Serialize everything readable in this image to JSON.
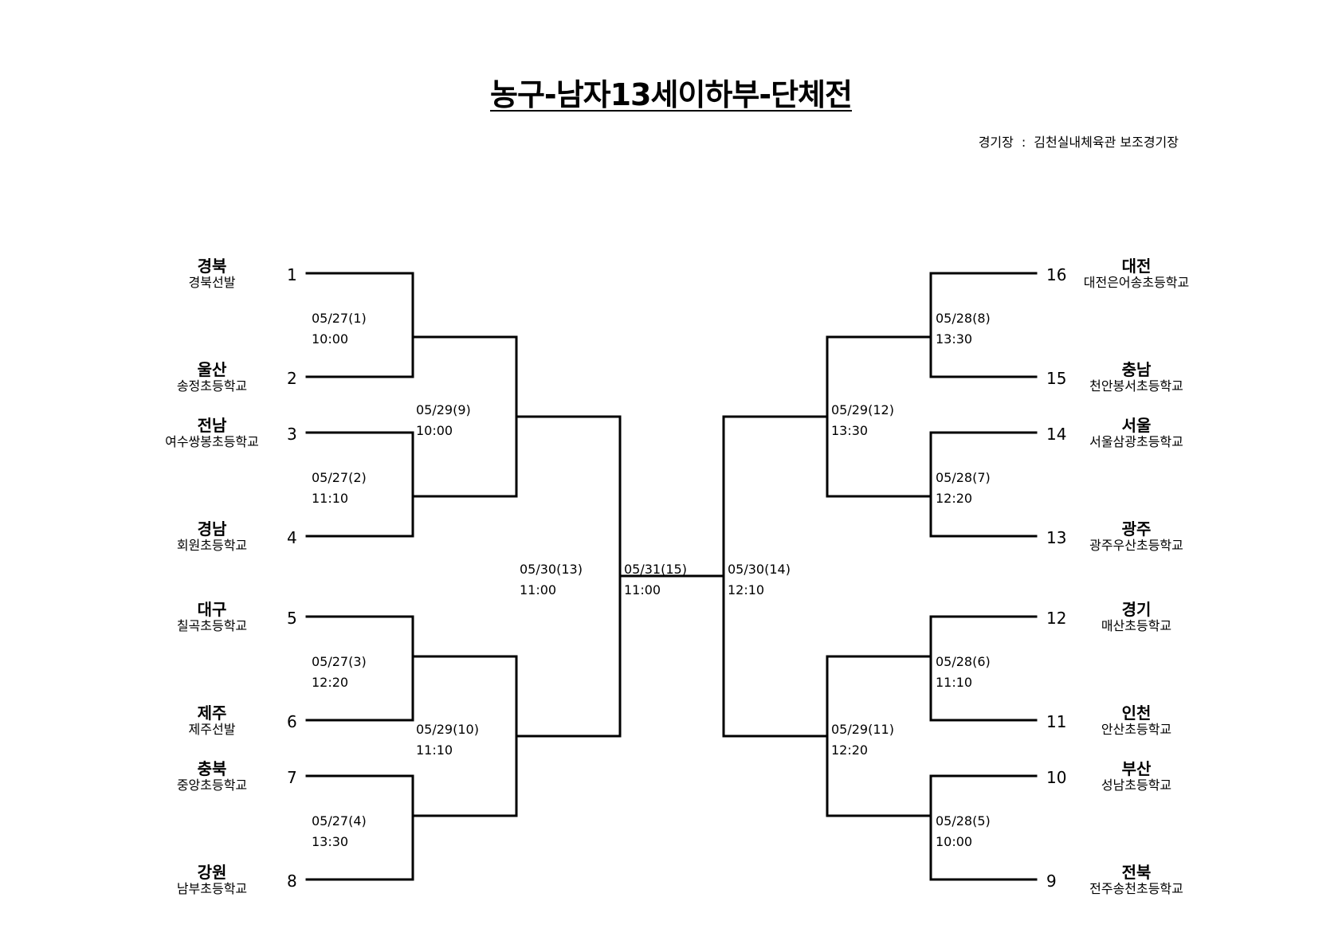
{
  "title": "농구-남자13세이하부-단체전",
  "venue": {
    "label": "경기장",
    "separator": ":",
    "name": "김천실내체육관 보조경기장"
  },
  "teams": [
    {
      "seed": "1",
      "region": "경북",
      "school": "경북선발"
    },
    {
      "seed": "2",
      "region": "울산",
      "school": "송정초등학교"
    },
    {
      "seed": "3",
      "region": "전남",
      "school": "여수쌍봉초등학교"
    },
    {
      "seed": "4",
      "region": "경남",
      "school": "회원초등학교"
    },
    {
      "seed": "5",
      "region": "대구",
      "school": "칠곡초등학교"
    },
    {
      "seed": "6",
      "region": "제주",
      "school": "제주선발"
    },
    {
      "seed": "7",
      "region": "충북",
      "school": "중앙초등학교"
    },
    {
      "seed": "8",
      "region": "강원",
      "school": "남부초등학교"
    },
    {
      "seed": "16",
      "region": "대전",
      "school": "대전은어송초등학교"
    },
    {
      "seed": "15",
      "region": "충남",
      "school": "천안봉서초등학교"
    },
    {
      "seed": "14",
      "region": "서울",
      "school": "서울삼광초등학교"
    },
    {
      "seed": "13",
      "region": "광주",
      "school": "광주우산초등학교"
    },
    {
      "seed": "12",
      "region": "경기",
      "school": "매산초등학교"
    },
    {
      "seed": "11",
      "region": "인천",
      "school": "안산초등학교"
    },
    {
      "seed": "10",
      "region": "부산",
      "school": "성남초등학교"
    },
    {
      "seed": "9",
      "region": "전북",
      "school": "전주송천초등학교"
    }
  ],
  "matches": [
    {
      "date": "05/27(1)",
      "time": "10:00"
    },
    {
      "date": "05/27(2)",
      "time": "11:10"
    },
    {
      "date": "05/27(3)",
      "time": "12:20"
    },
    {
      "date": "05/27(4)",
      "time": "13:30"
    },
    {
      "date": "05/29(9)",
      "time": "10:00"
    },
    {
      "date": "05/29(10)",
      "time": "11:10"
    },
    {
      "date": "05/30(13)",
      "time": "11:00"
    },
    {
      "date": "05/31(15)",
      "time": "11:00"
    },
    {
      "date": "05/30(14)",
      "time": "12:10"
    },
    {
      "date": "05/29(12)",
      "time": "13:30"
    },
    {
      "date": "05/29(11)",
      "time": "12:20"
    },
    {
      "date": "05/28(8)",
      "time": "13:30"
    },
    {
      "date": "05/28(7)",
      "time": "12:20"
    },
    {
      "date": "05/28(6)",
      "time": "11:10"
    },
    {
      "date": "05/28(5)",
      "time": "10:00"
    }
  ]
}
